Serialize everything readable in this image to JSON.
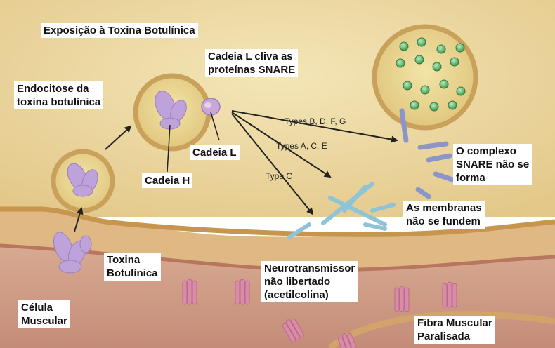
{
  "labels": {
    "title": "Exposição à Toxina Botulínica",
    "endocytosis": [
      "Endocitose da",
      "toxina botulínica"
    ],
    "l_chain_cleaves": [
      "Cadeia L cliva as",
      "proteínas SNARE"
    ],
    "l_chain": "Cadeia L",
    "h_chain": "Cadeia H",
    "snare_complex": [
      "O complexo",
      "SNARE não se",
      "forma"
    ],
    "membranes": [
      "As membranas",
      "não se fundem"
    ],
    "toxin": [
      "Toxina",
      "Botulínica"
    ],
    "neurotransmitter": [
      "Neurotransmissor",
      "não libertado",
      "(acetilcolina)"
    ],
    "muscle_cell": [
      "Célula",
      "Muscular"
    ],
    "paralyzed_fiber": [
      "Fibra Muscular",
      "Paralisada"
    ]
  },
  "toxin_types": {
    "bdfg": "Types B, D, F, G",
    "ace": "Types A, C, E",
    "c": "Type C"
  },
  "colors": {
    "terminal": "#ecd8a0",
    "synaptic_cleft": "#e6c089",
    "muscle": "#cd9a85",
    "vesicle_membrane": "#c9a15a",
    "toxin": "#bda3d9",
    "neurotransmitter": "#4fa860",
    "snare_protein": "#8b95c9",
    "receptor": "#d98ca8",
    "arrow": "#222222"
  }
}
